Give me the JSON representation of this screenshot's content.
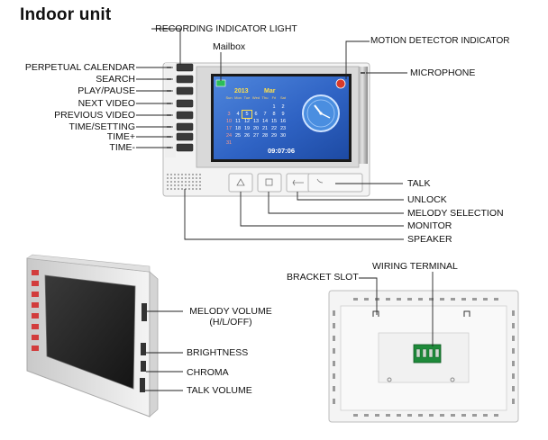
{
  "title": "Indoor unit",
  "front_labels": {
    "recording_indicator_light": "RECORDING INDICATOR LIGHT",
    "mailbox": "Mailbox",
    "motion_detector_indicator": "MOTION DETECTOR INDICATOR",
    "microphone": "MICROPHONE",
    "perpetual_calendar": "PERPETUAL CALENDAR",
    "search": "SEARCH",
    "play_pause": "PLAY/PAUSE",
    "next_video": "NEXT VIDEO",
    "previous_video": "PREVIOUS VIDEO",
    "time_setting": "TIME/SETTING",
    "time_plus": "TIME+",
    "time_minus": "TIME-",
    "talk": "TALK",
    "unlock": "UNLOCK",
    "melody_selection": "MELODY SELECTION",
    "monitor": "MONITOR",
    "speaker": "SPEAKER"
  },
  "screen": {
    "year": "2013",
    "month": "Mar",
    "weekdays": [
      "Sun",
      "Mon",
      "Tue",
      "Wed",
      "Thu",
      "Fri",
      "Sat"
    ],
    "days": [
      "",
      "",
      "",
      "",
      "",
      "1",
      "2",
      "3",
      "4",
      "5",
      "6",
      "7",
      "8",
      "9",
      "10",
      "11",
      "12",
      "13",
      "14",
      "15",
      "16",
      "17",
      "18",
      "19",
      "20",
      "21",
      "22",
      "23",
      "24",
      "25",
      "26",
      "27",
      "28",
      "29",
      "30",
      "31"
    ],
    "highlight_day": "5",
    "time": "09:07:06"
  },
  "side_labels": {
    "melody_volume": "MELODY VOLUME",
    "melody_volume_modes": "(H/L/OFF)",
    "brightness": "BRIGHTNESS",
    "chroma": "CHROMA",
    "talk_volume": "TALK VOLUME"
  },
  "back_labels": {
    "bracket_slot": "BRACKET SLOT",
    "wiring_terminal": "WIRING TERMINAL"
  },
  "colors": {
    "screen_blue": "#2f63c4",
    "clock_blue": "#4a8ee0",
    "terminal_green": "#1e8a3a",
    "motion_red": "#d83a2a",
    "device_white": "#f2f2f2",
    "device_grey": "#c8c8c8"
  }
}
